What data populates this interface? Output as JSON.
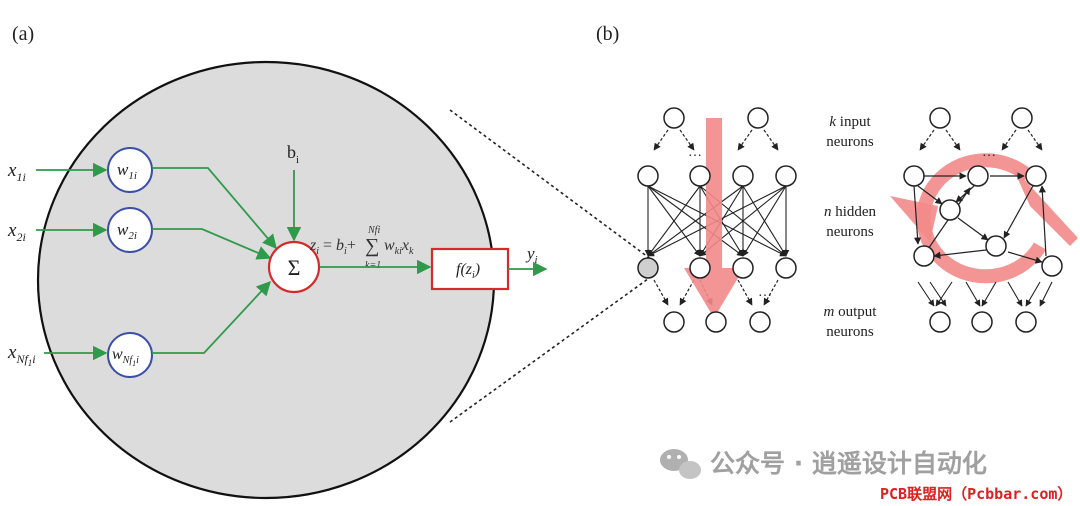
{
  "panel_a": {
    "label": "(a)",
    "inputs": {
      "x1": {
        "base": "x",
        "sub": "1i"
      },
      "x2": {
        "base": "x",
        "sub": "2i"
      },
      "xn": {
        "base": "x",
        "sub1": "Nf",
        "sub2": "1",
        "sub3": "i"
      }
    },
    "weights": {
      "w1": {
        "base": "w",
        "sub": "1i"
      },
      "w2": {
        "base": "w",
        "sub": "2i"
      },
      "wn": {
        "base": "w",
        "sub1": "Nf",
        "sub2": "1",
        "sub3": "i"
      }
    },
    "bias": {
      "base": "b",
      "sub": "i"
    },
    "sum_symbol": "Σ",
    "equation": {
      "z": "z",
      "z_sub": "i",
      "eq": " = ",
      "b": "b",
      "b_sub": "i",
      "plus": "+",
      "sigma": "∑",
      "upper": "Nfi",
      "lower": "k=1",
      "w": "w",
      "w_sub": "ki",
      "x": "x",
      "x_sub": "k"
    },
    "activation": {
      "f": "f(z",
      "sub": "i",
      "close": ")"
    },
    "output": {
      "base": "y",
      "sub": "i"
    }
  },
  "panel_b": {
    "label": "(b)",
    "dots": "…",
    "layer_labels": {
      "input_var": "k",
      "input_rest": " input",
      "input_line2": "neurons",
      "hidden_var": "n",
      "hidden_rest": " hidden",
      "hidden_line2": "neurons",
      "output_var": "m",
      "output_rest": " output",
      "output_line2": "neurons"
    }
  },
  "watermark": {
    "wechat_text": "公众号 · 逍遥设计自动化",
    "site_text": "PCB联盟网（Pcbbar.com）"
  },
  "colors": {
    "sphere_fill": "#dcdcdc",
    "green_line": "#2f9a4a",
    "weight_border": "#3c4fa8",
    "sum_border": "#d42a2a",
    "activation_border": "#d42a2a",
    "pink_arrow": "#f38a8a",
    "site_text": "#e02020",
    "watermark_gray": "#a0a0a0"
  }
}
